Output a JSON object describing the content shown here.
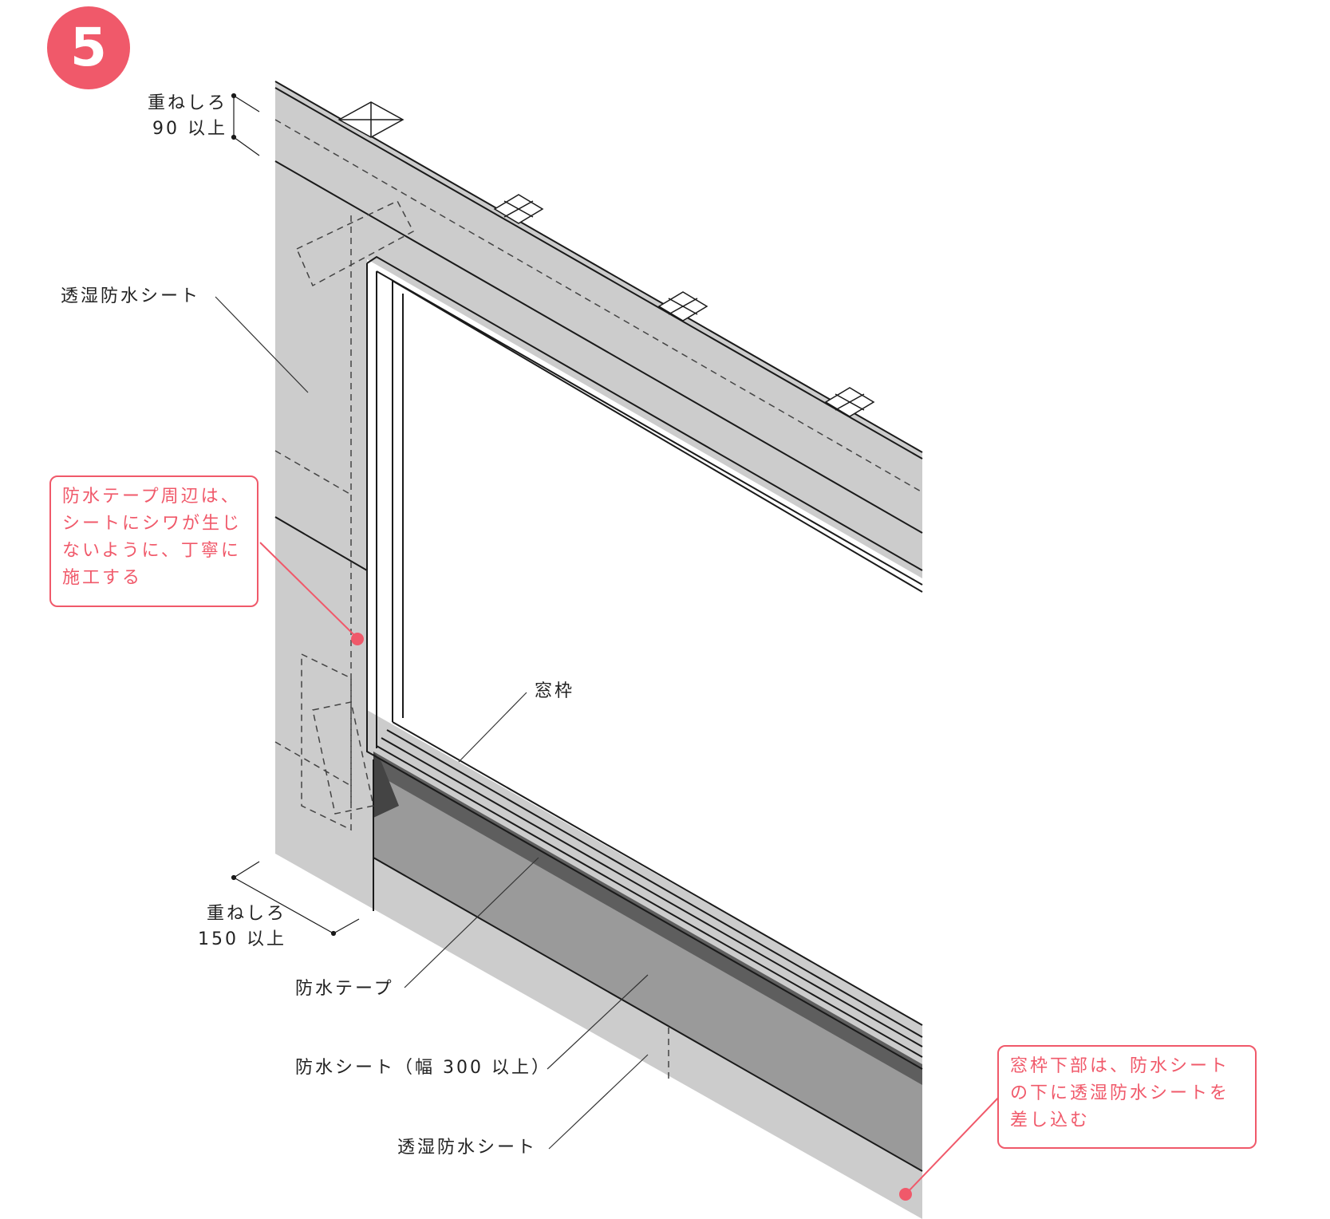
{
  "step": {
    "number": "5"
  },
  "colors": {
    "accent": "#f0596a",
    "sheet_gray": "#cccccc",
    "tape_gray": "#9a9a9a",
    "tape_dark": "#5e5e5e",
    "line": "#1a1a1a"
  },
  "labels": {
    "top_overlap": "重ねしろ\n90 以上",
    "breathable_sheet_left": "透湿防水シート",
    "window_frame": "窓枠",
    "bottom_overlap": "重ねしろ\n150 以上",
    "waterproof_tape": "防水テープ",
    "waterproof_sheet": "防水シート（幅 300 以上）",
    "breathable_sheet_bottom": "透湿防水シート"
  },
  "notes": {
    "wrinkle_note": "防水テープ周辺は、\nシートにシワが生じ\nないように、丁寧に\n施工する",
    "frame_bottom_note": "窓枠下部は、防水シート\nの下に透湿防水シートを\n差し込む"
  }
}
